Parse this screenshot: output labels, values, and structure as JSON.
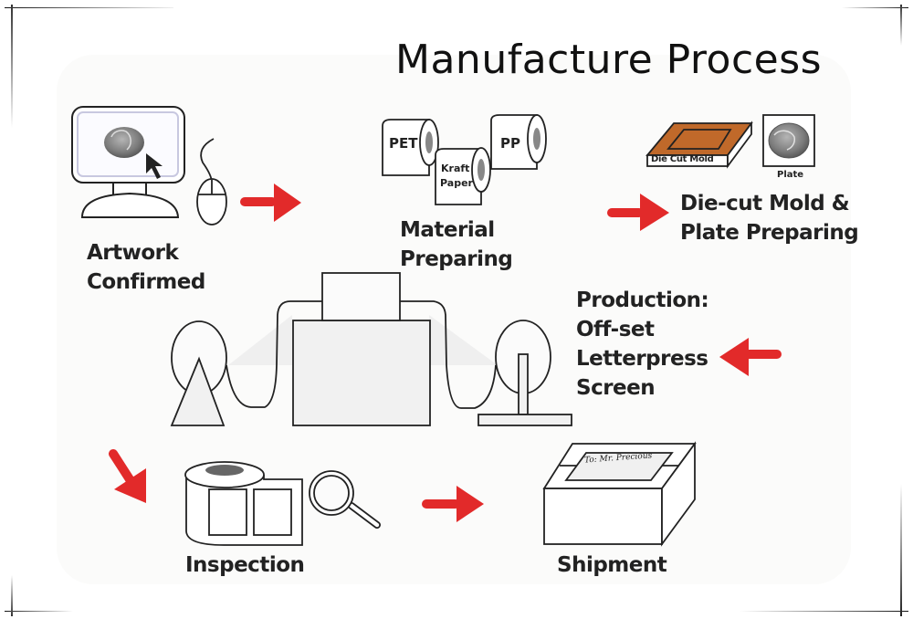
{
  "title": "Manufacture Process",
  "steps": [
    {
      "id": "artwork",
      "lines": [
        "Artwork",
        "Confirmed"
      ]
    },
    {
      "id": "material",
      "lines": [
        "Material",
        "Preparing"
      ]
    },
    {
      "id": "diecut",
      "lines": [
        "Die-cut Mold &",
        "Plate Preparing"
      ]
    },
    {
      "id": "production",
      "lines": [
        "Production:",
        "Off-set",
        "Letterpress",
        "Screen"
      ]
    },
    {
      "id": "inspection",
      "lines": [
        "Inspection"
      ]
    },
    {
      "id": "shipment",
      "lines": [
        "Shipment"
      ]
    }
  ],
  "materials": {
    "pet": "PET",
    "kraft_line1": "Kraft",
    "kraft_line2": "Paper",
    "pp": "PP"
  },
  "diecut_labels": {
    "mold": "Die Cut Mold",
    "plate": "Plate"
  },
  "shipment_label": "To: Mr. Precious",
  "colors": {
    "arrow": "#e22a2a",
    "mold": "#c0692a",
    "outline": "#222222",
    "plate_gray": "#8a8a8a"
  }
}
